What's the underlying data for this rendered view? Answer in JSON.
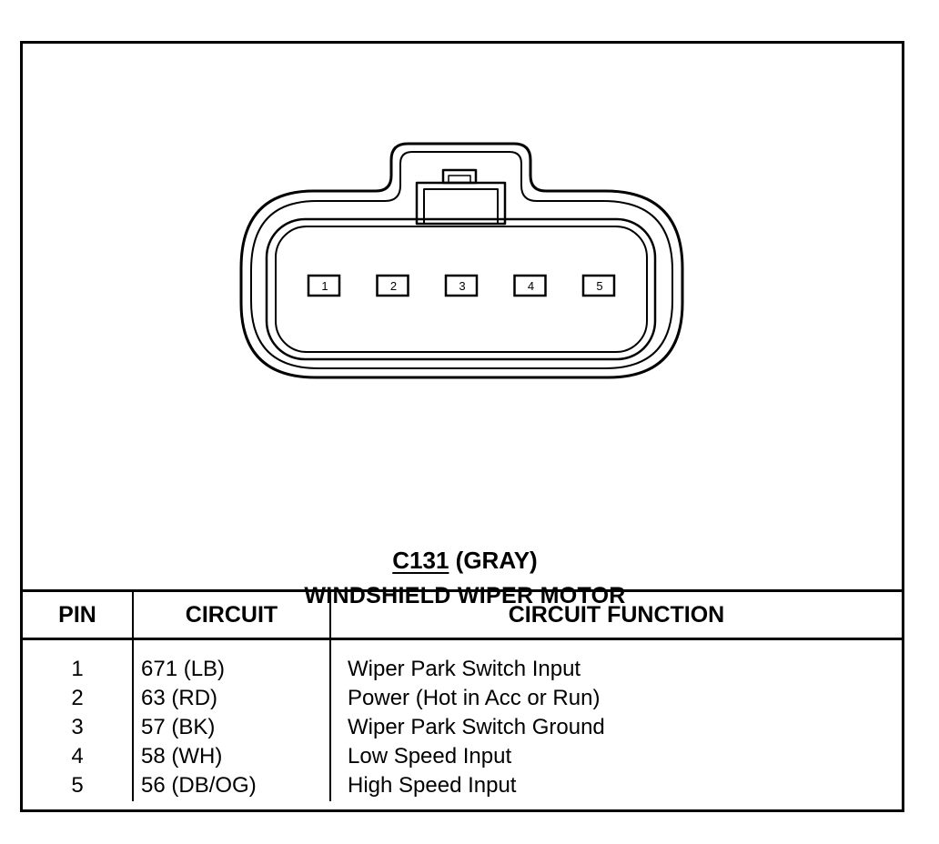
{
  "connector": {
    "id": "C131",
    "color_label": "(GRAY)",
    "component": "WINDSHIELD WIPER MOTOR",
    "terminal_labels": [
      "1",
      "2",
      "3",
      "4",
      "5"
    ]
  },
  "table": {
    "headers": {
      "pin": "PIN",
      "circuit": "CIRCUIT",
      "function": "CIRCUIT FUNCTION"
    },
    "rows": [
      {
        "pin": "1",
        "circuit": "671 (LB)",
        "function": "Wiper Park Switch Input"
      },
      {
        "pin": "2",
        "circuit": "63 (RD)",
        "function": "Power (Hot in Acc or Run)"
      },
      {
        "pin": "3",
        "circuit": "57 (BK)",
        "function": "Wiper Park Switch Ground"
      },
      {
        "pin": "4",
        "circuit": "58 (WH)",
        "function": "Low Speed Input"
      },
      {
        "pin": "5",
        "circuit": "56 (DB/OG)",
        "function": "High Speed Input"
      }
    ]
  },
  "colors": {
    "line": "#000000",
    "background": "#ffffff"
  }
}
